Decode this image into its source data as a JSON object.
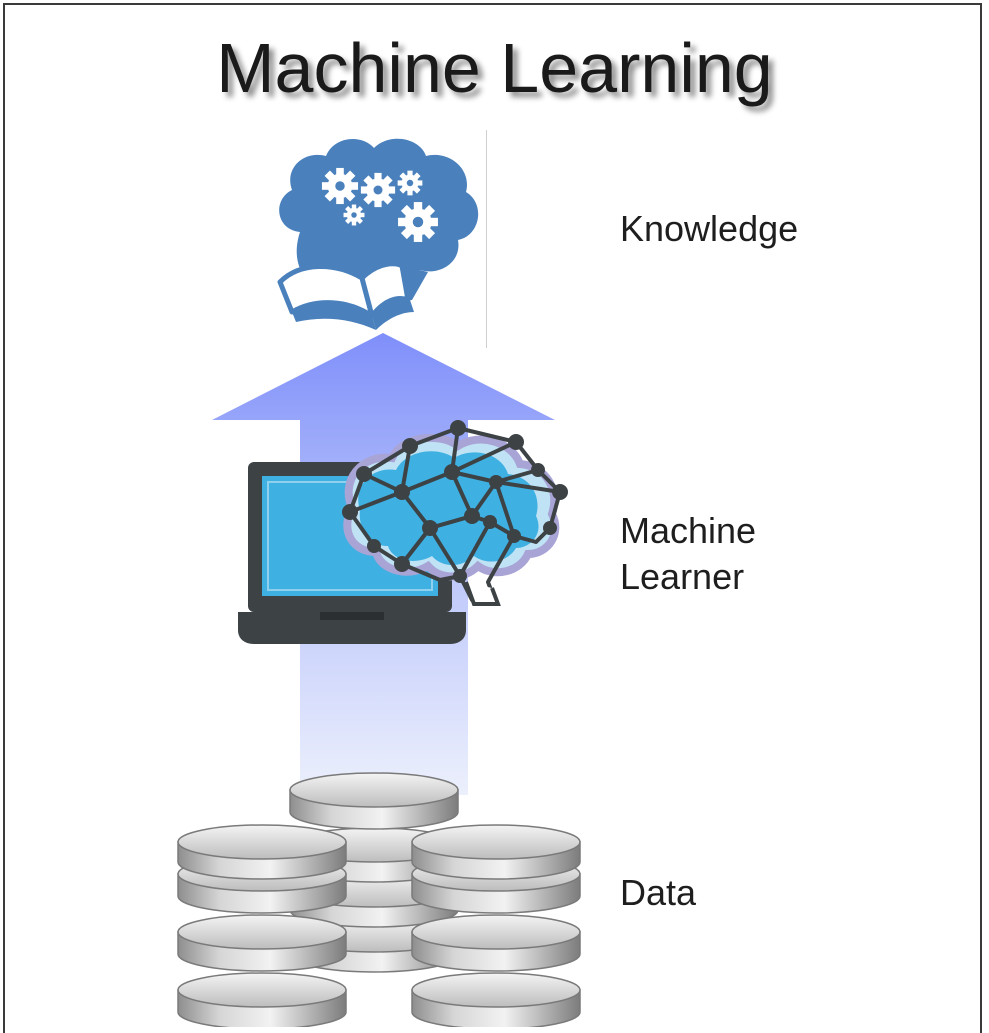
{
  "title": "Machine Learning",
  "labels": {
    "knowledge": "Knowledge",
    "learner_line1": "Machine",
    "learner_line2": "Learner",
    "data": "Data"
  },
  "colors": {
    "arrow_top": "#7f8ffa",
    "arrow_bottom": "#e6ecfb",
    "brain_blue": "#4a81bd",
    "laptop_dark": "#3d4245",
    "screen_blue": "#3fb0e2",
    "disk_silver": "#c9c9c9"
  },
  "icons": {
    "knowledge": "brain-gears-book-icon",
    "learner": "laptop-neural-brain-icon",
    "data": "database-stack-icon"
  }
}
